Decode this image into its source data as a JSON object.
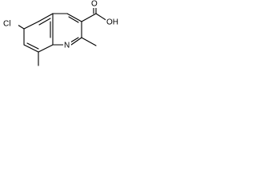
{
  "molecule": {
    "labels": {
      "chlorine": "Cl",
      "nitrogen": "N",
      "carboxyl_oxygen": "O",
      "hydroxyl": "OH"
    },
    "colors": {
      "bond": "#000000",
      "text": "#000000",
      "background": "#ffffff"
    }
  }
}
